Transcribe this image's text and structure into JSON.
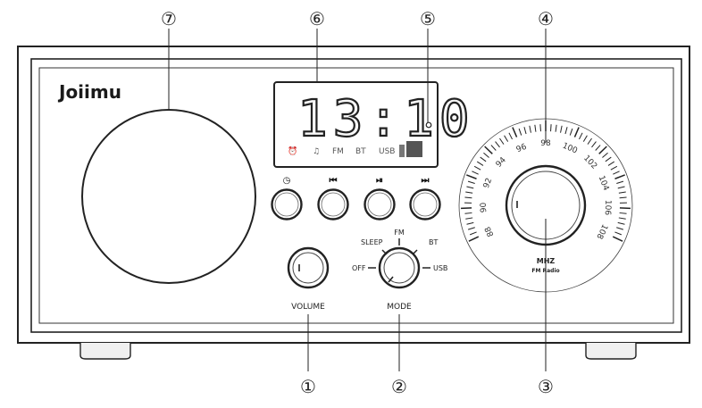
{
  "callouts": {
    "c1": "①",
    "c2": "②",
    "c3": "③",
    "c4": "④",
    "c5": "⑤",
    "c6": "⑥",
    "c7": "⑦"
  },
  "brand": "Joiimu",
  "display": {
    "time": "13:10",
    "indicators": {
      "alarm": "⏰",
      "music": "♫",
      "fm": "FM",
      "bt": "BT",
      "usb": "USB"
    }
  },
  "buttons": {
    "b1": "◷",
    "b2": "⏮",
    "b3": "⏯",
    "b4": "⏭"
  },
  "mode_positions": {
    "off": "OFF",
    "sleep": "SLEEP",
    "fm": "FM",
    "bt": "BT",
    "usb": "USB"
  },
  "labels": {
    "volume": "VOLUME",
    "mode": "MODE"
  },
  "tuner": {
    "unit": "MHZ",
    "sub": "FM Radio",
    "scale": [
      "88",
      "90",
      "92",
      "94",
      "96",
      "98",
      "100",
      "102",
      "104",
      "106",
      "108"
    ]
  }
}
